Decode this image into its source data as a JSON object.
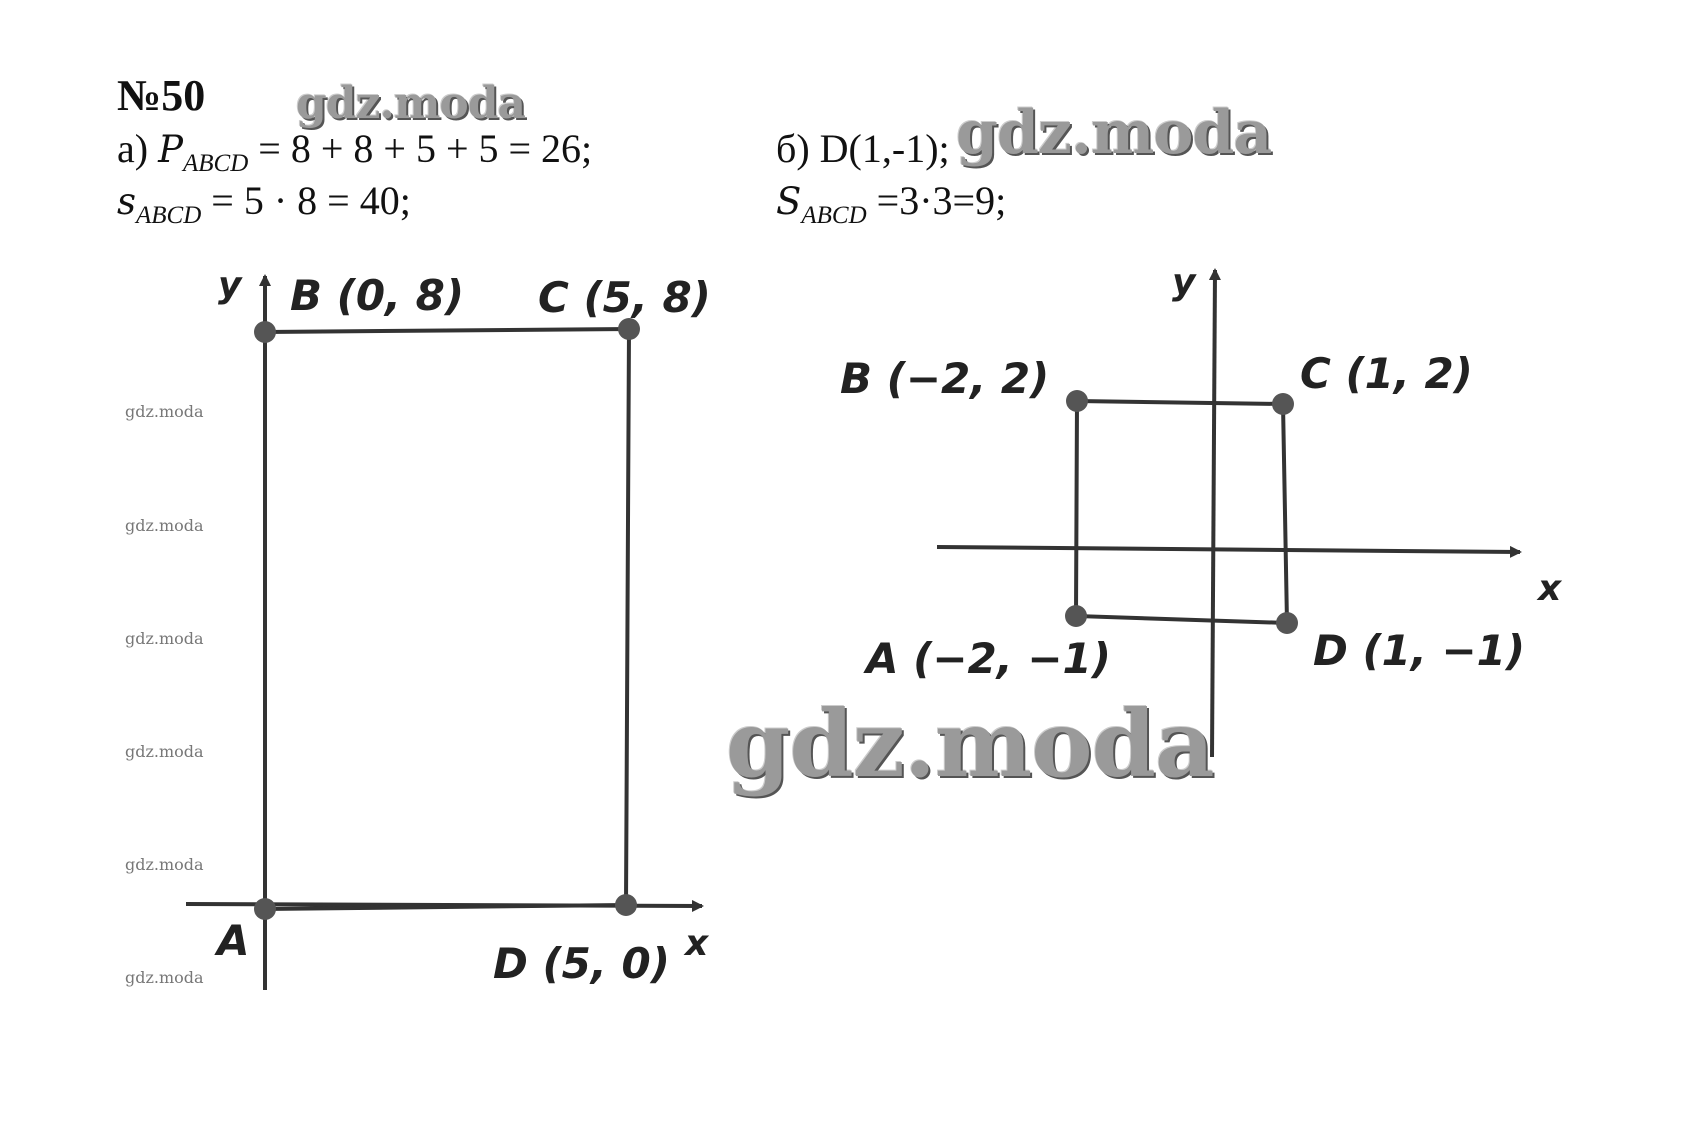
{
  "problem": {
    "number": "№50"
  },
  "part_a": {
    "prefix": "а)",
    "perimeter_var": "P",
    "perimeter_sub": "ABCD",
    "perimeter_expr": "= 8 + 8 + 5 + 5 = 26;",
    "area_var": "s",
    "area_sub": "ABCD",
    "area_expr": "= 5 · 8 = 40;"
  },
  "part_b": {
    "prefix": "б)",
    "point": "D(1,-1);",
    "area_var": "S",
    "area_sub": "ABCD",
    "area_expr": "=3·3=9;"
  },
  "watermark": {
    "text": "gdz.moda"
  },
  "figure_a": {
    "axis_x": "x",
    "axis_y": "y",
    "A": "A",
    "B": "B (0, 8)",
    "C": "C (5, 8)",
    "D": "D (5, 0)"
  },
  "figure_b": {
    "axis_x": "x",
    "axis_y": "y",
    "A": "A (−2, −1)",
    "B": "B (−2, 2)",
    "C": "C (1, 2)",
    "D": "D (1, −1)"
  },
  "colors": {
    "ink": "#222222",
    "point": "#555555",
    "watermark": "#9a9a9a"
  }
}
